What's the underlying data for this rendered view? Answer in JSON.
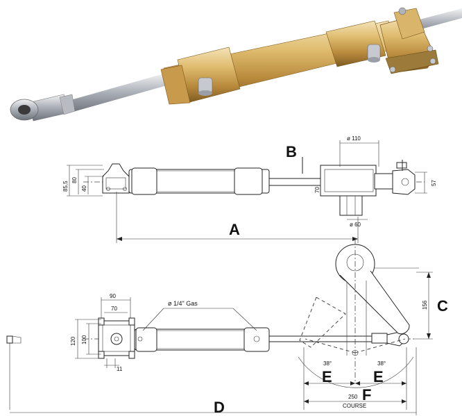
{
  "photo": {
    "description_icon": "hydraulic-cylinder-photo"
  },
  "top_view": {
    "dim_85_5": "85,5",
    "dim_80": "80",
    "dim_40": "40",
    "dim_70": "70",
    "dim_110": "ø 110",
    "dim_60": "ø 60",
    "dim_57": "57",
    "label_B": "B",
    "label_A": "A"
  },
  "bottom_view": {
    "dim_90": "90",
    "dim_70": "70",
    "dim_120": "120",
    "dim_100": "100",
    "dim_11": "11",
    "gas_label": "ø 1/4\" Gas",
    "dim_156": "156",
    "label_C": "C",
    "angle_left": "38°",
    "angle_right": "38°",
    "label_E_left": "E",
    "label_E_right": "E",
    "dim_250": "250",
    "label_F": "F",
    "course_label": "COURSE",
    "label_D": "D"
  },
  "colors": {
    "brass": "#d8b063",
    "chrome": "#c9ccd2",
    "line": "#222222"
  }
}
